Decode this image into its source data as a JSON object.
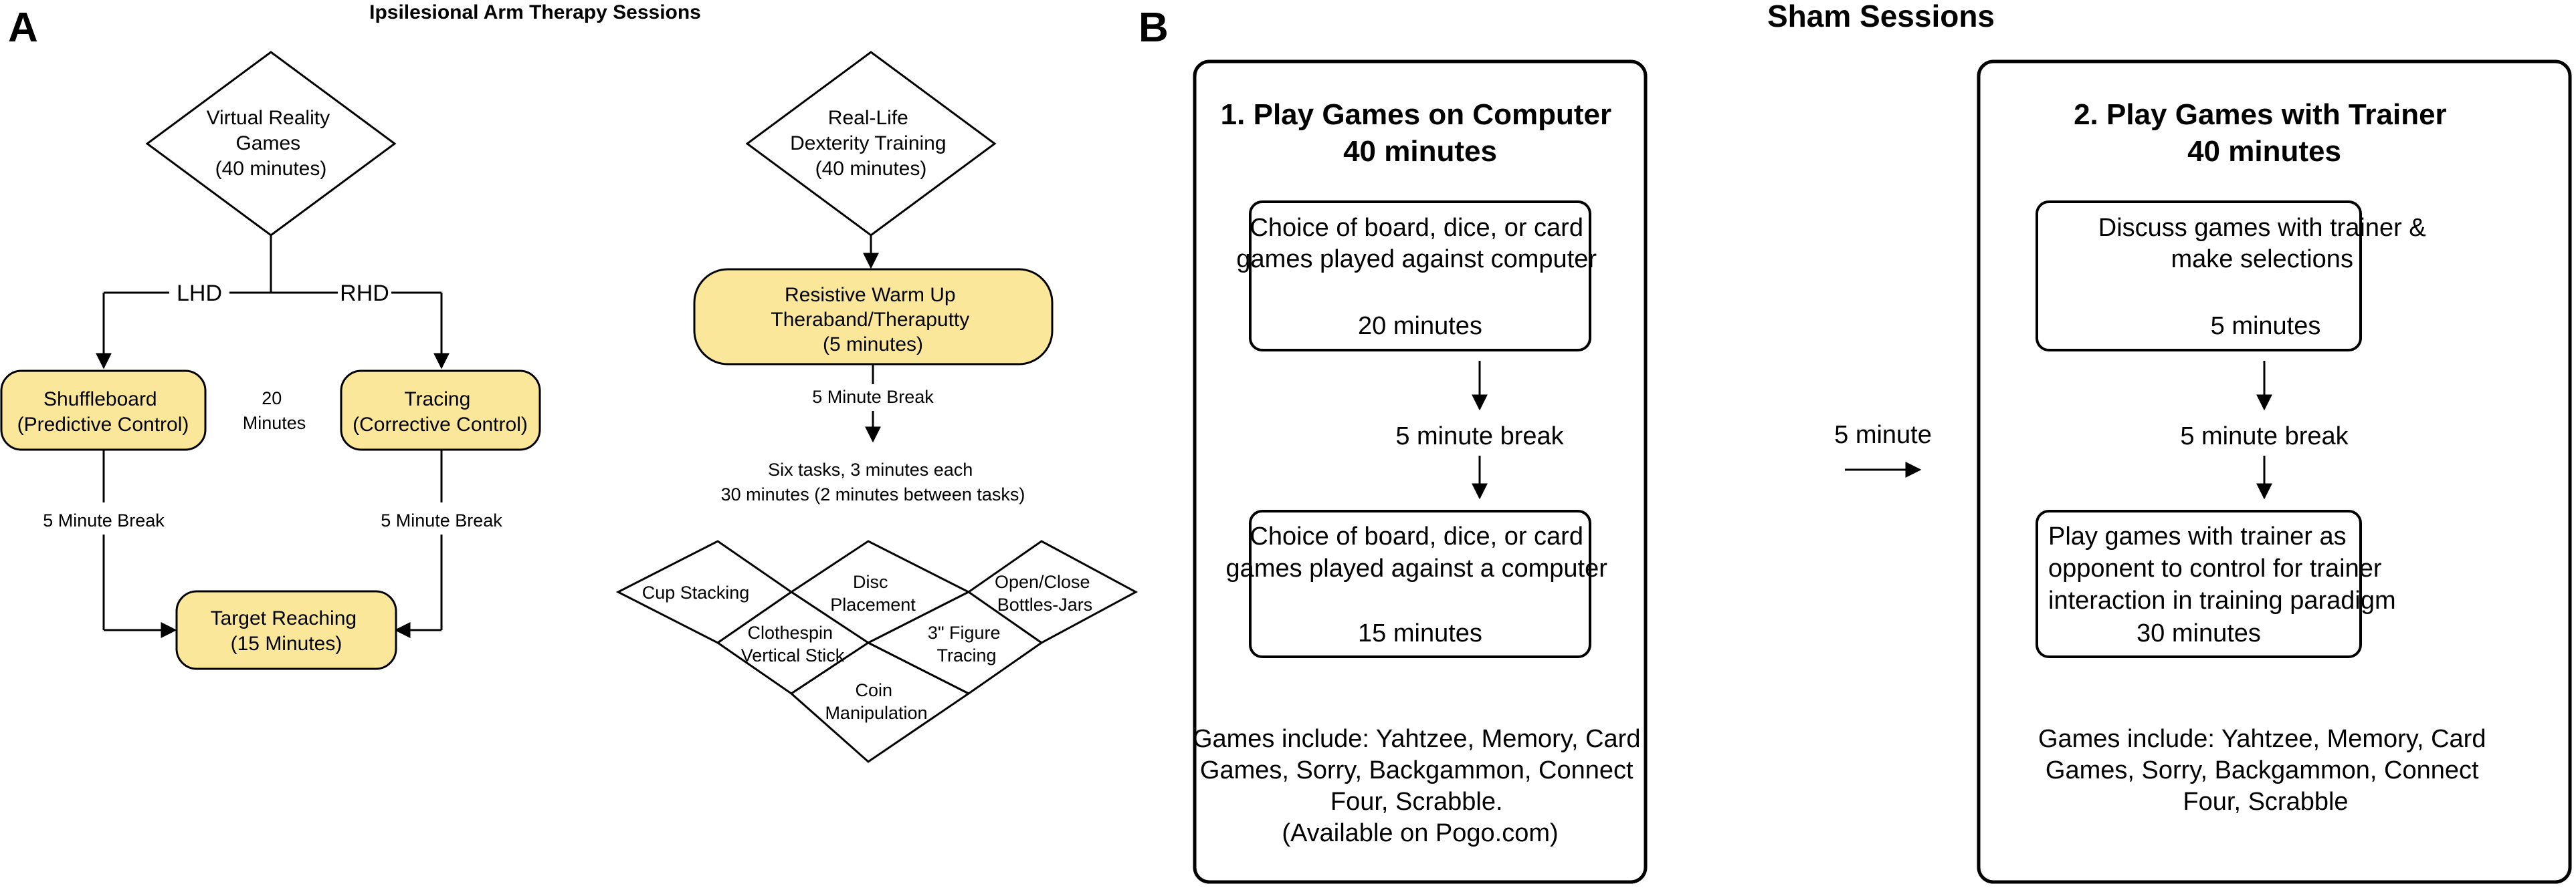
{
  "panel_a": {
    "letter": "A",
    "title": "Ipsilesional Arm Therapy Sessions",
    "vr_games": [
      "Virtual Reality",
      "Games",
      "(40 minutes)"
    ],
    "lhd": "LHD",
    "rhd": "RHD",
    "shuffleboard": [
      "Shuffleboard",
      "(Predictive Control)"
    ],
    "tracing": [
      "Tracing",
      "(Corrective Control)"
    ],
    "twenty_minutes": [
      "20",
      "Minutes"
    ],
    "break_left": "5 Minute Break",
    "break_right": "5 Minute Break",
    "target_reaching": [
      "Target Reaching",
      "(15 Minutes)"
    ],
    "real_life": [
      "Real-Life",
      "Dexterity Training",
      "(40 minutes)"
    ],
    "warmup": [
      "Resistive Warm Up",
      "Theraband/Theraputty",
      "(5 minutes)"
    ],
    "warmup_break": "5 Minute Break",
    "tasks_info": [
      "Six tasks, 3 minutes each",
      "30 minutes (2 minutes between tasks)"
    ],
    "tasks": {
      "cup": [
        "Cup Stacking"
      ],
      "disc": [
        "Disc",
        "Placement"
      ],
      "bottles": [
        "Open/Close",
        "Bottles-Jars"
      ],
      "clothespin": [
        "Clothespin",
        "Vertical Stick"
      ],
      "figure": [
        "3\" Figure",
        "Tracing"
      ],
      "coin": [
        "Coin",
        "Manipulation"
      ]
    }
  },
  "panel_b": {
    "letter": "B",
    "title": "Sham Sessions",
    "between_label": "5 minute",
    "left": {
      "heading": [
        "1. Play Games on Computer",
        "40 minutes"
      ],
      "box1": [
        "Choice of board, dice, or card",
        "games played against computer",
        "20 minutes"
      ],
      "break": "5 minute break",
      "box2": [
        "Choice of board, dice, or card",
        "games played against a computer",
        "15 minutes"
      ],
      "games": [
        "Games include: Yahtzee, Memory, Card",
        "Games, Sorry, Backgammon, Connect",
        "Four, Scrabble.",
        "(Available on Pogo.com)"
      ]
    },
    "right": {
      "heading": [
        "2. Play Games with Trainer",
        "40 minutes"
      ],
      "box1": [
        "Discuss games with trainer &",
        "make selections",
        "5 minutes"
      ],
      "break": "5 minute break",
      "box2": [
        "Play games with trainer as",
        "opponent to control for trainer",
        "interaction in training paradigm",
        "30 minutes"
      ],
      "games": [
        "Games include: Yahtzee, Memory, Card",
        "Games, Sorry, Backgammon, Connect",
        "Four, Scrabble"
      ]
    }
  },
  "colors": {
    "highlight_fill": "#fbe79a",
    "stroke": "#000000"
  }
}
